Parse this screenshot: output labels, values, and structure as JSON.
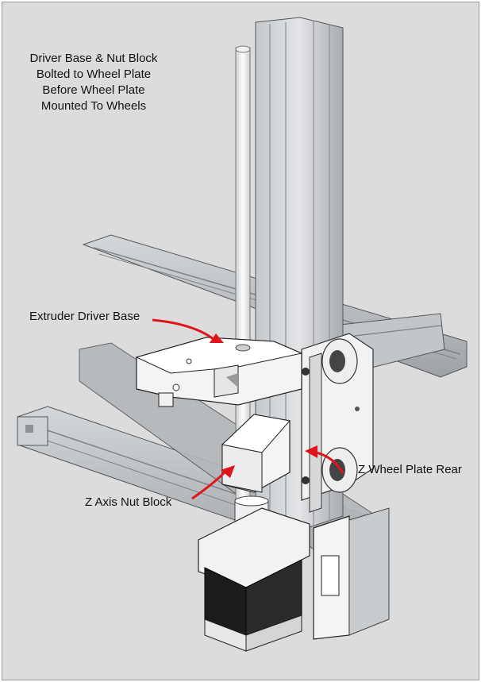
{
  "caption": [
    "Driver Base & Nut Block",
    "Bolted to Wheel Plate",
    "Before Wheel Plate",
    "Mounted To Wheels"
  ],
  "callouts": {
    "extruder_driver_base": "Extruder Driver Base",
    "z_wheel_plate_rear": "Z Wheel Plate Rear",
    "z_axis_nut_block": "Z Axis Nut Block"
  },
  "colors": {
    "background": "#dcdcdc",
    "extrusion": "#b9bcbf",
    "part_white": "#f4f4f4",
    "arrow": "#e0141a",
    "motor": "#1c1c1c"
  }
}
